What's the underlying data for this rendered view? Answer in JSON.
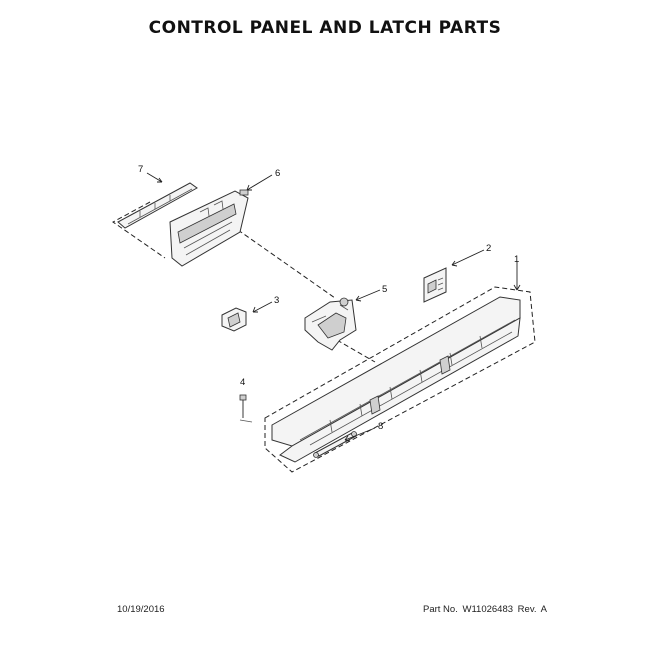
{
  "title": "CONTROL PANEL AND LATCH PARTS",
  "footer": {
    "date": "10/19/2016",
    "part_label": "Part No.",
    "part_number": "W11026483",
    "rev_label": "Rev.",
    "rev_value": "A"
  },
  "callouts": [
    "1",
    "2",
    "3",
    "4",
    "5",
    "6",
    "7",
    "8"
  ]
}
